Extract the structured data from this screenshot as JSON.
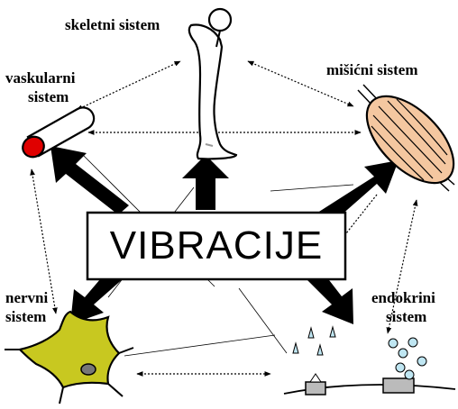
{
  "center_label": "VIBRACIJE",
  "systems": {
    "skeletal": {
      "label": "skeletni sistem"
    },
    "vascular": {
      "label_line1": "vaskularni",
      "label_line2": "sistem"
    },
    "muscular": {
      "label": "mišićni sistem"
    },
    "nervous": {
      "label_line1": "nervni",
      "label_line2": "sistem"
    },
    "endocrine": {
      "label_line1": "endokrini",
      "label_line2": "sistem"
    }
  },
  "colors": {
    "vessel_fill": "#e00000",
    "muscle_fill": "#f4c7a0",
    "neuron_fill": "#c8c820",
    "droplet_fill": "#bfe6f2"
  }
}
